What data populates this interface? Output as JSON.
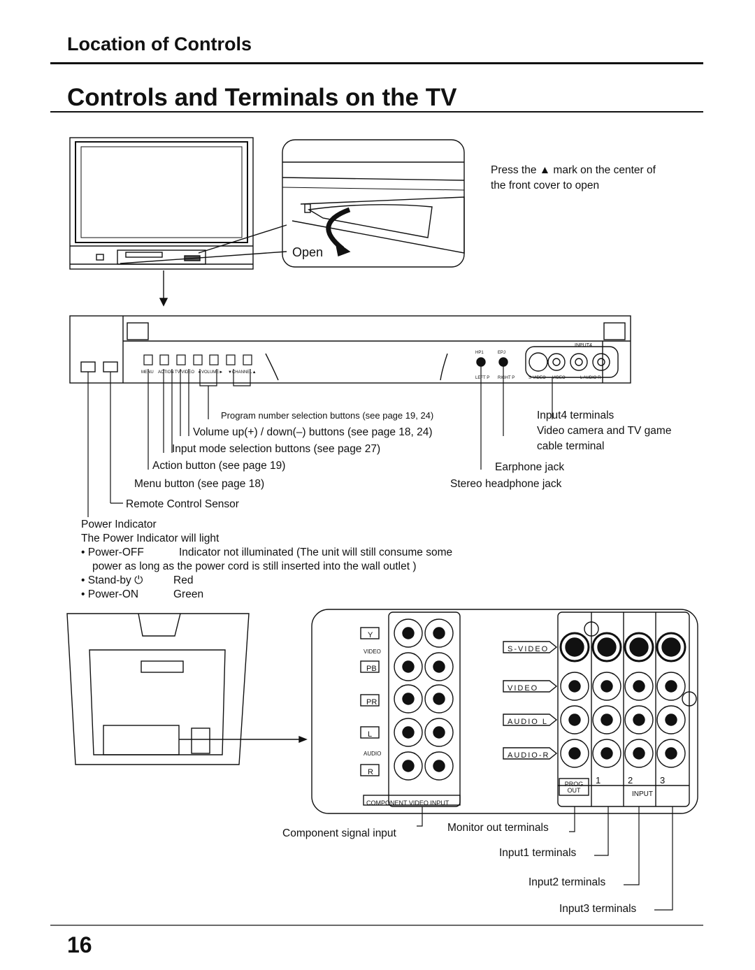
{
  "header": {
    "section_title": "Location of Controls",
    "page_title": "Controls and Terminals on the TV"
  },
  "front": {
    "cover_instruction_1": "Press the ▲ mark on the center of",
    "cover_instruction_2": "the front cover to open",
    "open_label": "Open"
  },
  "panel_labels": {
    "menu": "MENU",
    "action": "ACTION",
    "tv_video": "TV/VIDEO",
    "volume": "◄VOLUME►",
    "channel": "▼CHANNEL▲",
    "hp1": "HP1",
    "hp2": "EPJ",
    "left": "LEFT P",
    "right": "RIGHT P",
    "input4": "INPUT4",
    "svideo": "S-VIDEO",
    "video": "VIDEO",
    "audio": "L AUDIO R"
  },
  "callouts": {
    "program": "Program number selection buttons (see page 19, 24)",
    "volume": "Volume up(+) / down(–) buttons (see page 18, 24)",
    "input_mode": "Input mode selection buttons (see page 27)",
    "action": "Action button (see page 19)",
    "menu": "Menu button (see page 18)",
    "remote": "Remote Control Sensor",
    "input4": "Input4 terminals",
    "input4_desc1": "Video camera and TV game",
    "input4_desc2": "cable terminal",
    "earphone": "Earphone jack",
    "stereo": "Stereo headphone jack"
  },
  "power": {
    "title": "Power Indicator",
    "subtitle": "The Power Indicator will light",
    "off_label": "Power-OFF",
    "off_desc": "Indicator not illuminated (The unit will still consume some",
    "off_desc2": "power as long as the power cord is still inserted into the wall outlet )",
    "standby_label": "Stand-by ⏻",
    "standby_color": "Red",
    "on_label": "Power-ON",
    "on_color": "Green"
  },
  "rear": {
    "y": "Y",
    "video": "VIDEO",
    "pb": "PB",
    "pr": "PR",
    "l": "L",
    "audio": "AUDIO",
    "r": "R",
    "component_panel": "COMPONENT VIDEO INPUT",
    "svideo_tag": "S-VIDEO",
    "video_tag": "VIDEO",
    "audio_l_tag": "AUDIO L",
    "audio_r_tag": "AUDIO-R",
    "prog_out": "PROG OUT",
    "in1": "1",
    "in2": "2",
    "in3": "3",
    "input_label": "INPUT"
  },
  "rear_callouts": {
    "component": "Component signal input",
    "monitor": "Monitor out terminals",
    "input1": "Input1 terminals",
    "input2": "Input2 terminals",
    "input3": "Input3 terminals"
  },
  "footer": {
    "page_number": "16"
  }
}
